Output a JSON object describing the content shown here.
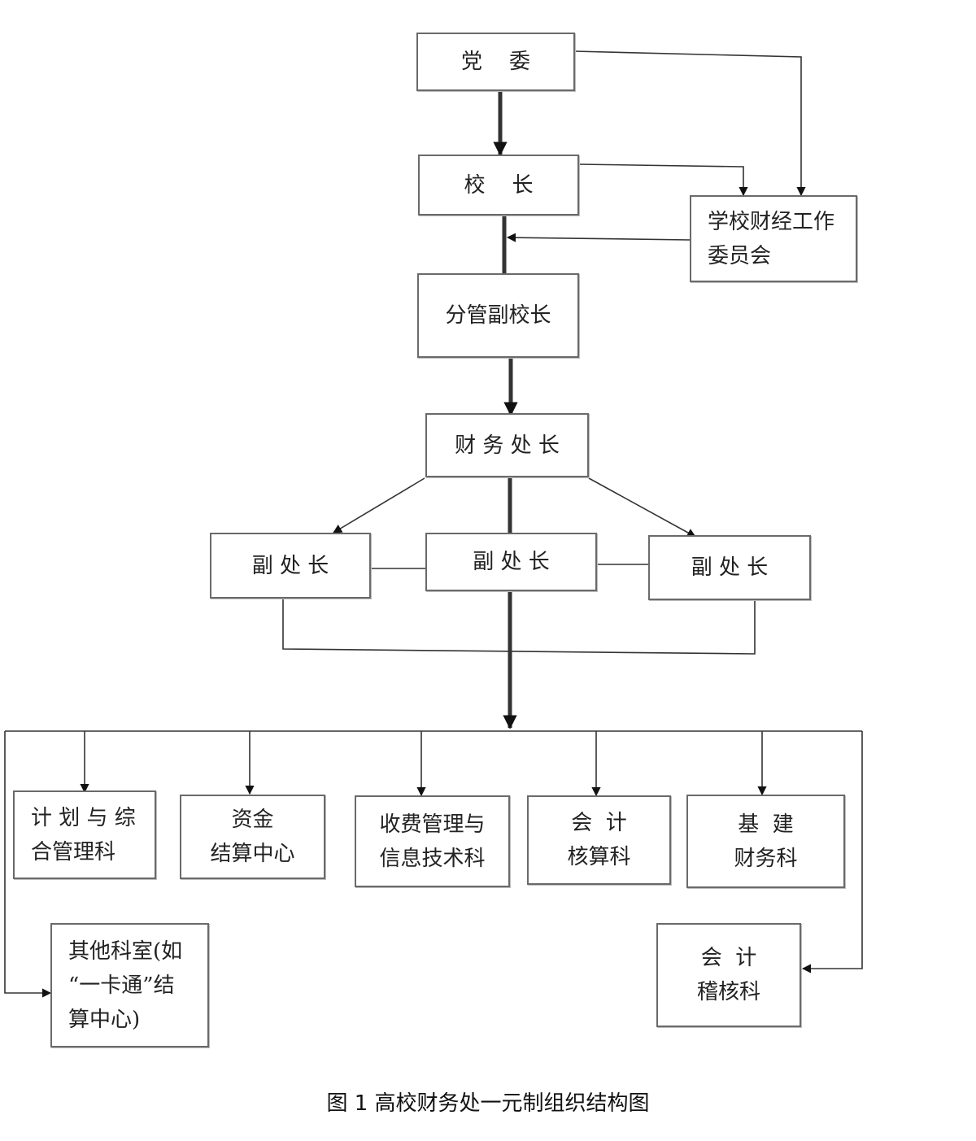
{
  "nodes": {
    "party_committee": "党    委",
    "president": "校    长",
    "finance_committee": "学校财经工作\n委员会",
    "vice_president": "分管副校长",
    "finance_director": "财 务 处 长",
    "deputy_left": "副 处 长",
    "deputy_center": "副 处 长",
    "deputy_right": "副 处 长",
    "planning_section": "计 划 与 综\n合管理科",
    "fund_center": "资金\n结算中心",
    "fee_it_section": "收费管理与\n信息技术科",
    "accounting_section": "会  计\n核算科",
    "construction_finance": "基  建\n财务科",
    "other_offices": "其他科室(如\n“一卡通”结\n算中心)",
    "accounting_audit": "会  计\n稽核科"
  },
  "caption": "图 1    高校财务处一元制组织结构图"
}
